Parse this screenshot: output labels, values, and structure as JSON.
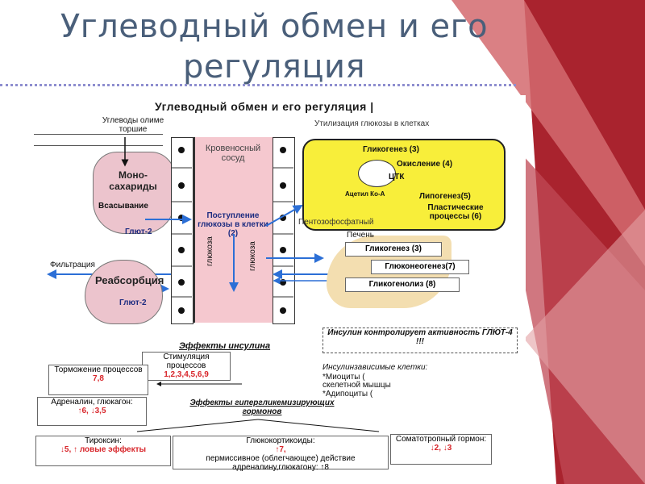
{
  "slide": {
    "title": "Углеводный обмен и его регуляция",
    "colors": {
      "title": "#4a5f7a",
      "dots": "#8e8ecf",
      "accent_red": "#d8262b",
      "accent_dark_red": "#8b1f2b"
    }
  },
  "diagram": {
    "title": "Углеводный обмен и его регуляция",
    "left_top_label": "Углеводы олиме торшие",
    "intestine_label": "Моно-\nсахариды",
    "absorption_label": "Всасывание",
    "glut2_top": "Глют-2",
    "vessel_label": "Кровеносный сосуд",
    "entry_label": "Поступление глюкозы в клетки (2)",
    "glucose_vertical_1": "глюкоза",
    "glucose_vertical_2": "глюкоза",
    "filtration_label": "Фильтрация",
    "reabsorption_label": "Реабсорбция",
    "glut2_bottom": "Глют-2",
    "cells_header": "Утилизация глюкозы в клетках",
    "cells": {
      "glycogenesis": "Гликогенез (3)",
      "oxidation": "Окисление (4)",
      "tca": "ЦТК",
      "acetyl": "Ацетил Ко-А",
      "lipogenesis": "Липогенез(5)",
      "plastic": "Пластические процессы (6)"
    },
    "pentose_label": "Пентозофосфатный",
    "liver_label": "Печень",
    "liver_boxes": [
      "Гликогенез (3)",
      "Глюконеогенез(7)",
      "Гликогенолиз (8)"
    ],
    "insulin_effects_title": "Эффекты инсулина",
    "stimulation": {
      "label": "Стимуляция процессов",
      "values": "1,2,3,4,5,6,9"
    },
    "inhibition": {
      "label": "Торможение процессов",
      "values": "7,8"
    },
    "insulin_glut4": "Инсулин контролирует активность ГЛЮТ-4 !!!",
    "insulin_dependent_title": "Инсулинзависимые клетки:",
    "insulin_dependent_items": [
      "*Миоциты (",
      "скелетной мышцы",
      "*Адипоциты ("
    ],
    "adrenaline": {
      "label": "Адреналин, глюкагон:",
      "values": "↑6, ↓3,5"
    },
    "hyper_effects_title": "Эффекты гипергликемизирующих гормонов",
    "thyroxine": {
      "label": "Тироксин:",
      "values": "↓5, ↑",
      "extra": "ловые эффекты"
    },
    "glucocorticoids": {
      "label": "Глюкокортикоиды:",
      "values": "↑7,",
      "extra": "пермиссивное (облегчающее) действие адреналину,глюкагону: ↑8"
    },
    "somatotropin": {
      "label": "Соматотропный гормон:",
      "values": "↓2, ↓3"
    }
  }
}
